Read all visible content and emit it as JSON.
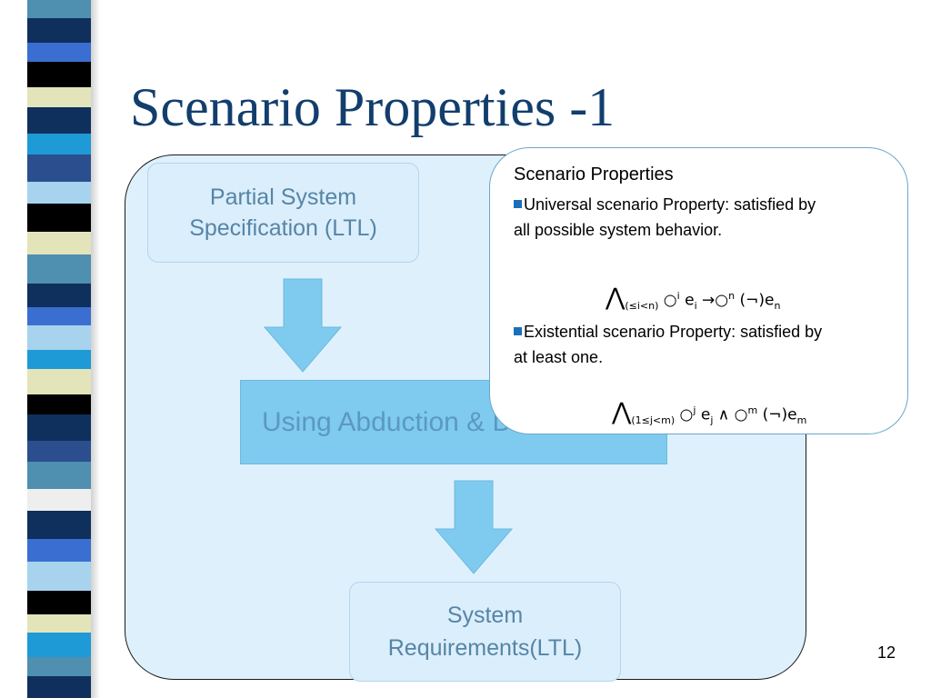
{
  "slide": {
    "title": "Scenario Properties -1",
    "page_number": "12"
  },
  "diagram": {
    "spec_box": {
      "line1": "Partial System",
      "line2": "Specification (LTL)"
    },
    "abduction_box": {
      "label": "Using Abduction & Deduction"
    },
    "requirements_box": {
      "line1": "System",
      "line2": "Requirements(LTL)"
    }
  },
  "callout": {
    "title": "Scenario Properties",
    "universal": {
      "text": "Universal scenario Property: satisfied by all possible system behavior.",
      "formula": {
        "wedge": "⋀",
        "range": "(≤i<n)",
        "next": "○",
        "exp_i": "i",
        "event": "e",
        "sub_i": "i",
        "arrow": "→",
        "next2": "○",
        "exp_n": "n",
        "neg": "(¬)",
        "event2": "e",
        "sub_n": "n"
      }
    },
    "existential": {
      "text": "Existential scenario Property: satisfied by at least one.",
      "formula": {
        "wedge": "⋀",
        "range": "(1≤j<m)",
        "next": "○",
        "exp_j": "j",
        "event": "e",
        "sub_j": "j",
        "and": "∧",
        "next2": "○",
        "exp_m": "m",
        "neg": "(¬)",
        "event2": "e",
        "sub_m": "m"
      }
    }
  },
  "colors": {
    "title": "#123e6e",
    "container_fill": "#dff0fd",
    "arrow_fill": "#7ecbef",
    "box_text": "#5685a5",
    "bullet": "#1a6fb8"
  }
}
